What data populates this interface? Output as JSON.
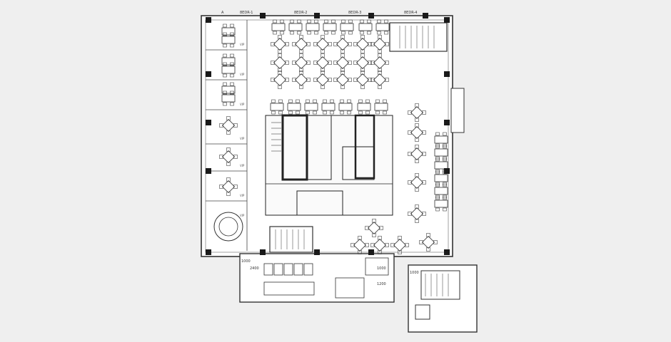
{
  "colors": {
    "background": "#efefef",
    "line": "#333333",
    "fill": "#ffffff",
    "column": "#1a1a1a"
  },
  "labels": {
    "top_1": "8EDR-1",
    "top_2": "8EDR-2",
    "top_3": "8EDR-3",
    "top_4": "8EDR-4",
    "corner": "A",
    "dim_a": "1000",
    "dim_b": "2400",
    "dim_c": "1000",
    "dim_d": "1200",
    "annex_dim": "1000"
  },
  "room_tags": [
    "VIP",
    "VIP",
    "VIP",
    "VIP",
    "VIP",
    "VIP",
    "VIP"
  ]
}
